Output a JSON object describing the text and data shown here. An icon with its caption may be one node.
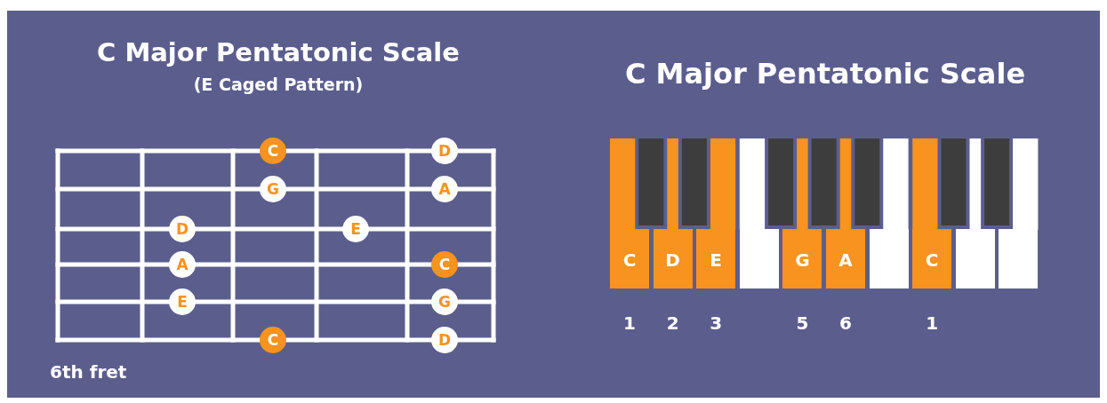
{
  "diagram": {
    "nodes": [
      {
        "text": [
          "C"
        ]
      },
      {
        "text": [
          "D"
        ]
      },
      {
        "text": [
          "G"
        ]
      },
      {
        "text": [
          "A"
        ]
      },
      {
        "text": [
          "D"
        ]
      },
      {
        "text": [
          "E"
        ]
      },
      {
        "text": [
          "A"
        ]
      },
      {
        "text": [
          "C"
        ]
      },
      {
        "text": [
          "E"
        ]
      },
      {
        "text": [
          "G"
        ]
      },
      {
        "text": [
          "C"
        ]
      },
      {
        "text": [
          "D"
        ]
      },
      {
        "text": [
          "C"
        ],
        "beside": [
          "1"
        ]
      },
      {
        "text": [
          "D"
        ],
        "beside": [
          "2"
        ]
      },
      {
        "text": [
          "E"
        ],
        "beside": [
          "3"
        ]
      },
      {
        "text": [],
        "shape": "box"
      },
      {
        "text": [
          "G"
        ],
        "beside": [
          "5"
        ]
      },
      {
        "text": [
          "A"
        ],
        "beside": [
          "6"
        ]
      },
      {
        "text": [],
        "shape": "box"
      },
      {
        "text": [
          "C"
        ],
        "beside": [
          "1"
        ]
      },
      {
        "text": [],
        "shape": "box"
      },
      {
        "text": [],
        "shape": "box"
      }
    ],
    "labels": [
      "C Major Pentatonic Scale",
      "(E Caged Pattern)",
      "C Major Pentatonic Scale",
      "6th fret"
    ]
  }
}
